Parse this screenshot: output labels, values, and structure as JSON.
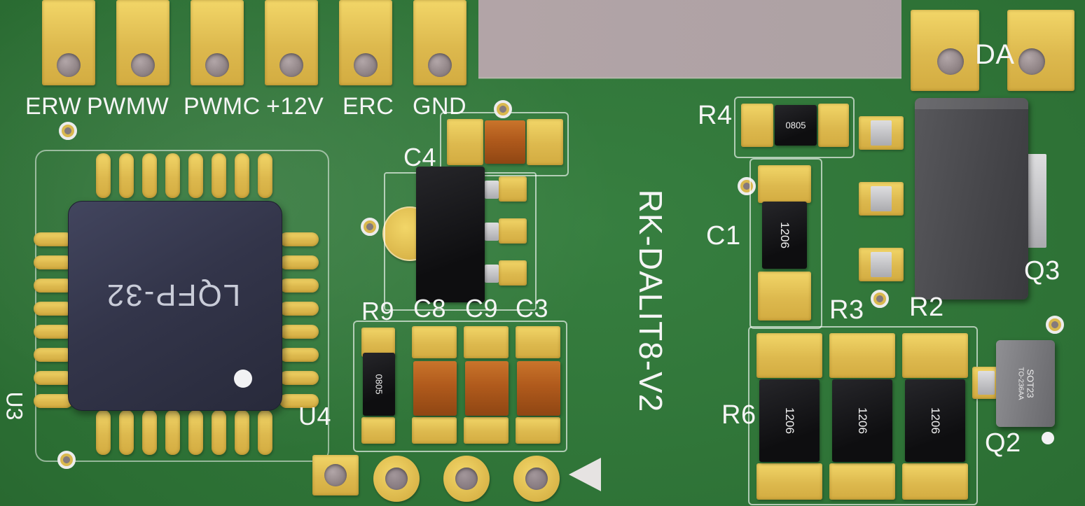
{
  "board": {
    "title_vertical": "RK-DALIT8-V2",
    "connectors": [
      "ERW",
      "PWMW",
      "PWMC",
      "+12V",
      "ERC",
      "GND"
    ],
    "da": "DA",
    "ic": {
      "package": "LQFP-32",
      "ref_u3": "U3",
      "ref_u4": "U4"
    },
    "refs": {
      "c4": "C4",
      "r9": "R9",
      "c8": "C8",
      "c9": "C9",
      "c3": "C3",
      "r4": "R4",
      "c1": "C1",
      "r3": "R3",
      "r2": "R2",
      "r6": "R6",
      "q3": "Q3",
      "q2": "Q2"
    },
    "markings": {
      "r4": "0805",
      "r9": "0805",
      "c1": "1206",
      "b1": "1206",
      "b2": "1206",
      "b3": "1206",
      "q2_type": "SOT23",
      "q2_pkg": "TO-236AA"
    },
    "colors": {
      "background": "#b4a3a6",
      "board_green": "#2d7335",
      "pad_gold": "#e4c251",
      "silkscreen": "#f5f5f5",
      "ic_body": "#34364c",
      "component_black": "#141414",
      "capacitor_orange": "#b65d1e",
      "transistor_body": "#4b4b4f",
      "metal_silver": "#cfcfcf"
    }
  }
}
